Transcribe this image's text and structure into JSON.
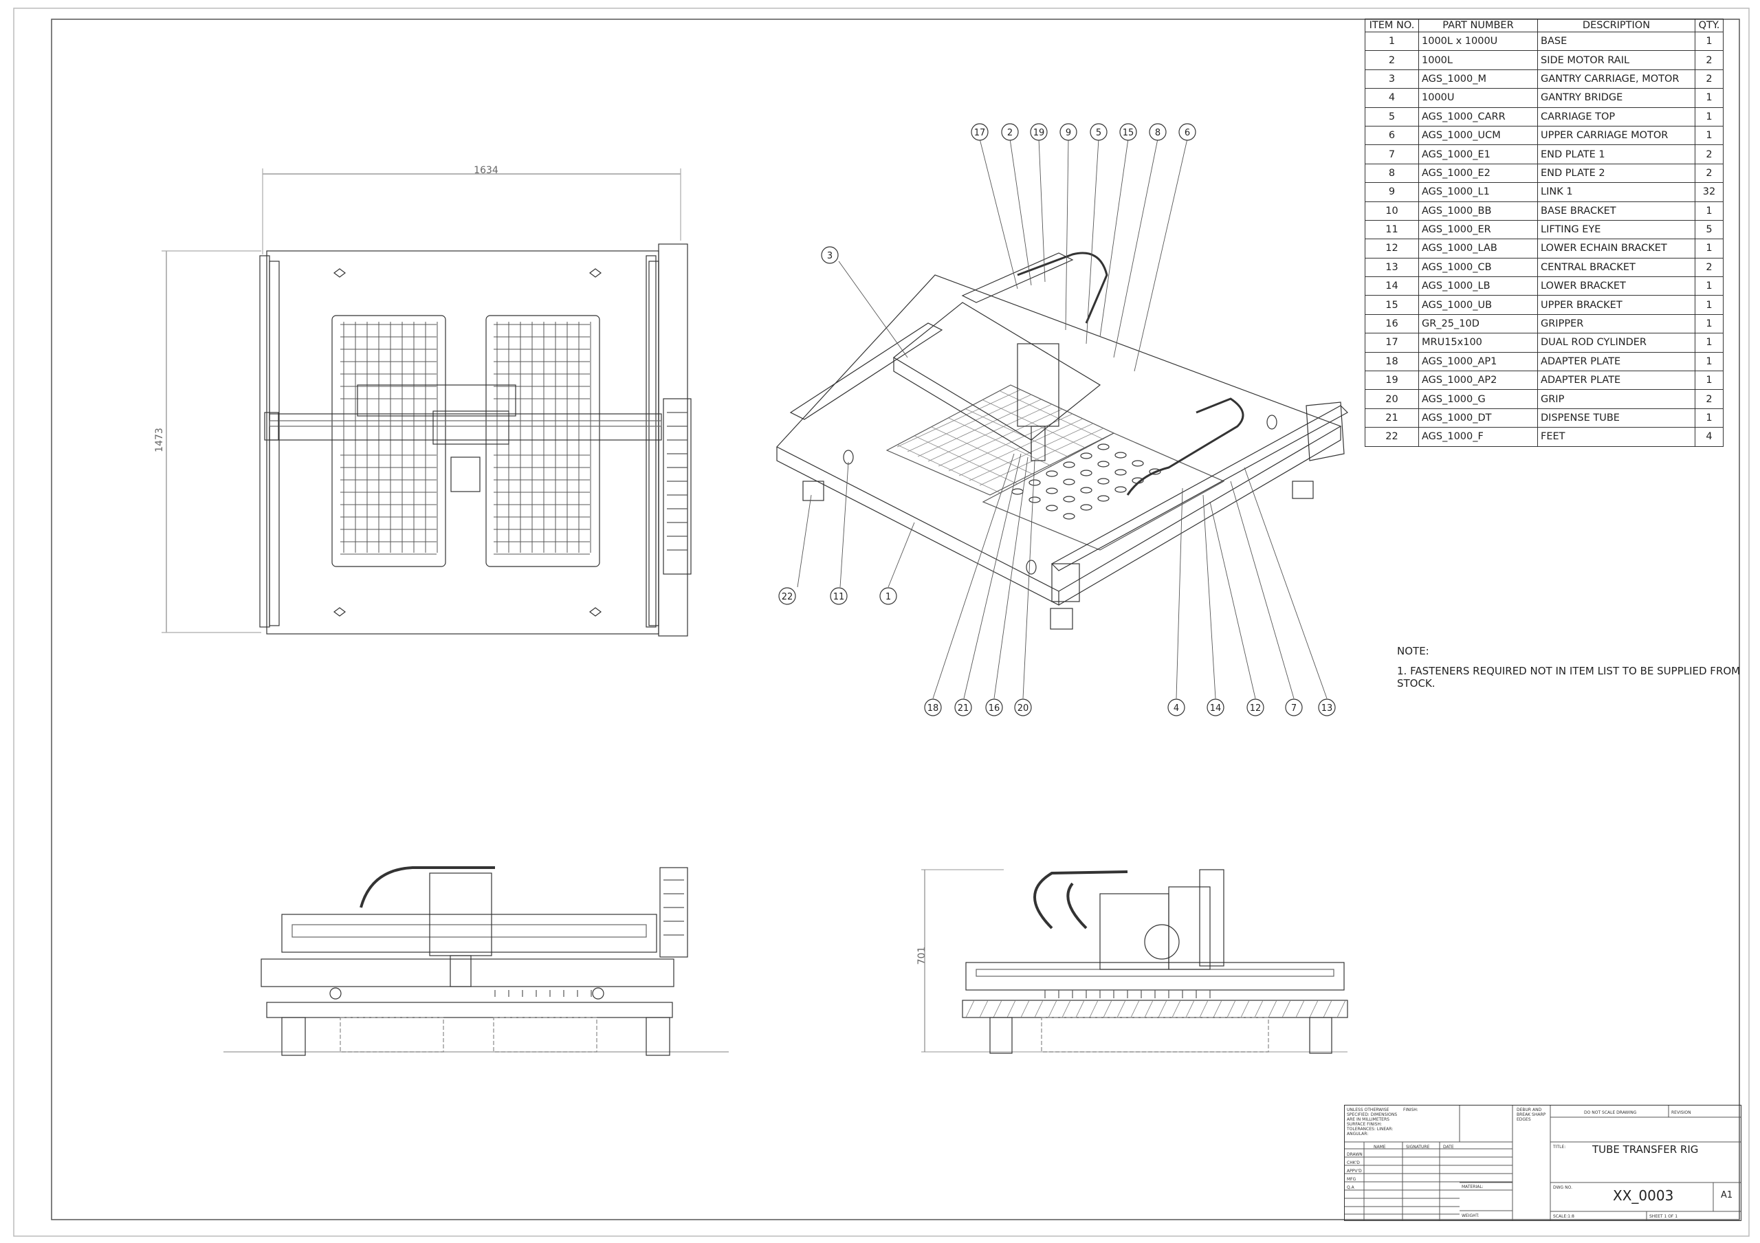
{
  "bom": {
    "headers": [
      "ITEM NO.",
      "PART NUMBER",
      "DESCRIPTION",
      "QTY."
    ],
    "rows": [
      {
        "item": "1",
        "part": "1000L x 1000U",
        "desc": "BASE",
        "qty": "1"
      },
      {
        "item": "2",
        "part": "1000L",
        "desc": "SIDE MOTOR RAIL",
        "qty": "2"
      },
      {
        "item": "3",
        "part": "AGS_1000_M",
        "desc": "GANTRY CARRIAGE, MOTOR",
        "qty": "2"
      },
      {
        "item": "4",
        "part": "1000U",
        "desc": "GANTRY BRIDGE",
        "qty": "1"
      },
      {
        "item": "5",
        "part": "AGS_1000_CARR",
        "desc": "CARRIAGE TOP",
        "qty": "1"
      },
      {
        "item": "6",
        "part": "AGS_1000_UCM",
        "desc": "UPPER CARRIAGE MOTOR",
        "qty": "1"
      },
      {
        "item": "7",
        "part": "AGS_1000_E1",
        "desc": "END PLATE 1",
        "qty": "2"
      },
      {
        "item": "8",
        "part": "AGS_1000_E2",
        "desc": "END PLATE 2",
        "qty": "2"
      },
      {
        "item": "9",
        "part": "AGS_1000_L1",
        "desc": "LINK 1",
        "qty": "32"
      },
      {
        "item": "10",
        "part": "AGS_1000_BB",
        "desc": "BASE BRACKET",
        "qty": "1"
      },
      {
        "item": "11",
        "part": "AGS_1000_ER",
        "desc": "LIFTING EYE",
        "qty": "5"
      },
      {
        "item": "12",
        "part": "AGS_1000_LAB",
        "desc": "LOWER ECHAIN BRACKET",
        "qty": "1"
      },
      {
        "item": "13",
        "part": "AGS_1000_CB",
        "desc": "CENTRAL BRACKET",
        "qty": "2"
      },
      {
        "item": "14",
        "part": "AGS_1000_LB",
        "desc": "LOWER BRACKET",
        "qty": "1"
      },
      {
        "item": "15",
        "part": "AGS_1000_UB",
        "desc": "UPPER BRACKET",
        "qty": "1"
      },
      {
        "item": "16",
        "part": "GR_25_10D",
        "desc": "GRIPPER",
        "qty": "1"
      },
      {
        "item": "17",
        "part": "MRU15x100",
        "desc": "DUAL ROD CYLINDER",
        "qty": "1"
      },
      {
        "item": "18",
        "part": "AGS_1000_AP1",
        "desc": "ADAPTER PLATE",
        "qty": "1"
      },
      {
        "item": "19",
        "part": "AGS_1000_AP2",
        "desc": "ADAPTER PLATE",
        "qty": "1"
      },
      {
        "item": "20",
        "part": "AGS_1000_G",
        "desc": "GRIP",
        "qty": "2"
      },
      {
        "item": "21",
        "part": "AGS_1000_DT",
        "desc": "DISPENSE TUBE",
        "qty": "1"
      },
      {
        "item": "22",
        "part": "AGS_1000_F",
        "desc": "FEET",
        "qty": "4"
      }
    ]
  },
  "notes": {
    "heading": "NOTE:",
    "line1": "1. FASTENERS REQUIRED NOT IN ITEM LIST TO BE SUPPLIED FROM STOCK."
  },
  "dimensions": {
    "top_width": "1634",
    "top_height": "1473",
    "side_height": "701"
  },
  "balloons": {
    "b17": "17",
    "b2": "2",
    "b19": "19",
    "b9": "9",
    "b5": "5",
    "b15": "15",
    "b8": "8",
    "b6": "6",
    "b3": "3",
    "b22": "22",
    "b11": "11",
    "b1": "1",
    "b18": "18",
    "b21": "21",
    "b16": "16",
    "b20": "20",
    "b4": "4",
    "b14": "14",
    "b12": "12",
    "b7": "7",
    "b13": "13"
  },
  "title_block": {
    "tolerances": "UNLESS OTHERWISE SPECIFIED: DIMENSIONS ARE IN MILLIMETERS SURFACE FINISH: TOLERANCES: LINEAR: ANGULAR:",
    "finish": "FINISH:",
    "deburr": "DEBUR AND BREAK SHARP EDGES",
    "do_not_scale": "DO NOT SCALE DRAWING",
    "revision": "REVISION",
    "name": "NAME",
    "signature": "SIGNATURE",
    "date": "DATE",
    "drawn": "DRAWN",
    "chkd": "CHK'D",
    "appvd": "APPV'D",
    "mfg": "MFG",
    "qa": "Q.A",
    "material": "MATERIAL:",
    "title_label": "TITLE:",
    "title": "TUBE TRANSFER RIG",
    "dwg_no_label": "DWG NO.",
    "dwg_no": "XX_0003",
    "size": "A1",
    "weight": "WEIGHT:",
    "scale": "SCALE:1:8",
    "sheet": "SHEET 1 OF 1"
  }
}
